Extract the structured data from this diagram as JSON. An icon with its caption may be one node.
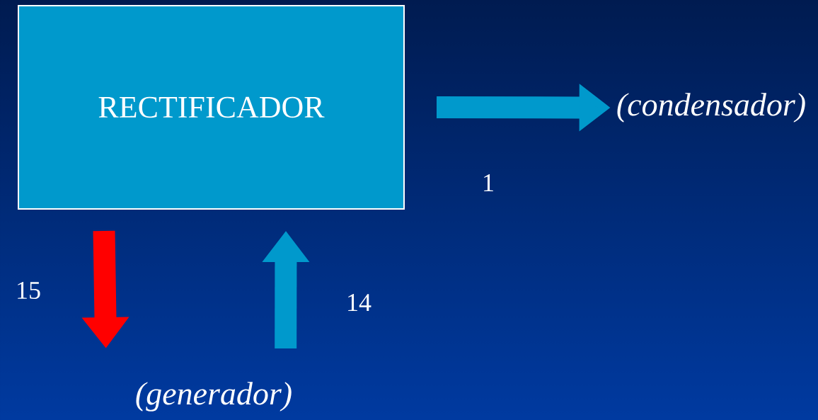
{
  "diagram": {
    "nodes": [
      {
        "text": [
          "RECTIFICADOR"
        ]
      },
      {
        "text": [
          "(condensador)"
        ]
      },
      {
        "text": [
          "(generador)"
        ]
      }
    ],
    "edges": [
      {
        "from": 0,
        "to": 1,
        "arrow": "to",
        "label": "1"
      },
      {
        "from": 0,
        "to": 2,
        "arrow": "to",
        "label": "15",
        "color": "#ff0000"
      },
      {
        "from": 2,
        "to": 0,
        "arrow": "to",
        "label": "14"
      }
    ]
  }
}
